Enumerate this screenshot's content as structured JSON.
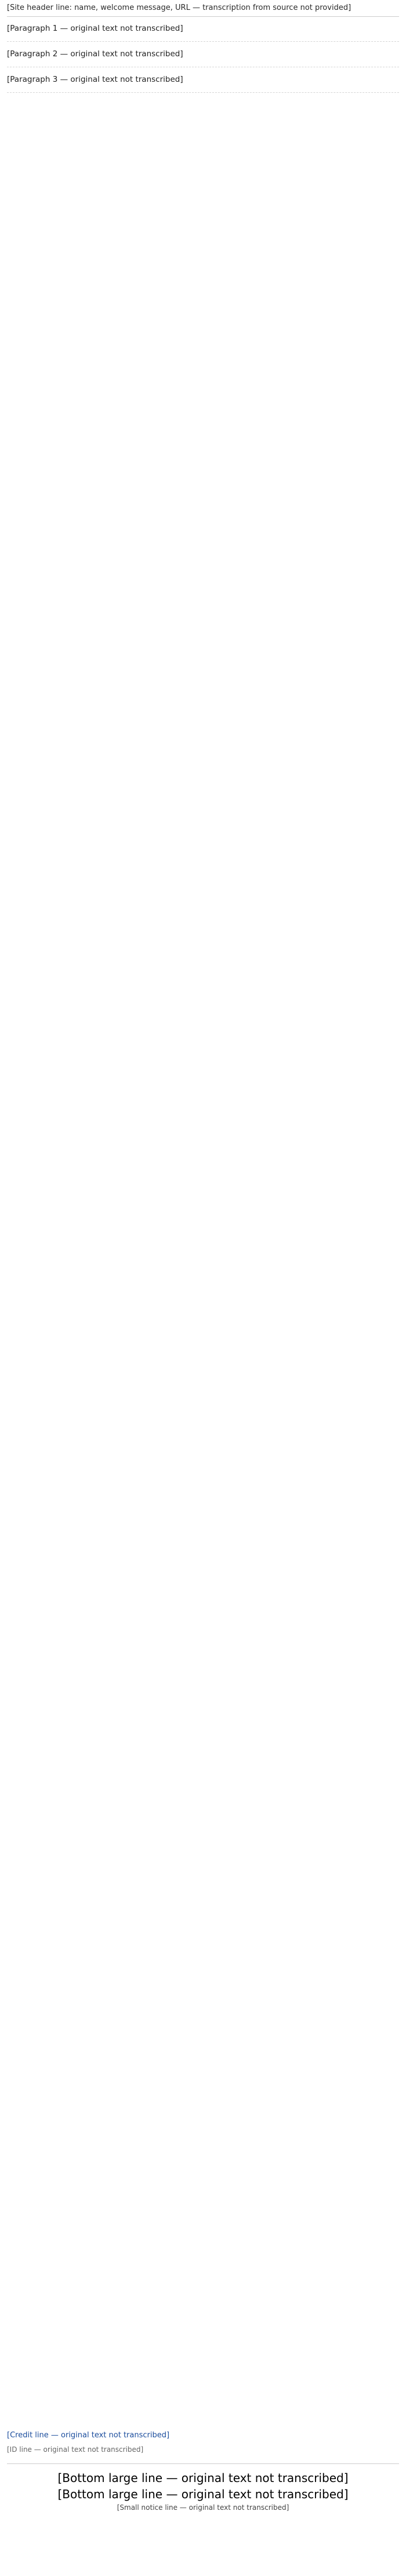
{
  "header": {
    "text": "[Site header line: name, welcome message, URL — transcription from source not provided]"
  },
  "paragraphs": [
    "[Paragraph 1 — original text not transcribed]",
    "[Paragraph 2 — original text not transcribed]",
    "[Paragraph 3 — original text not transcribed]"
  ],
  "footer": {
    "credit": "[Credit line — original text not transcribed]",
    "id": "[ID line — original text not transcribed]",
    "line1": "[Bottom large line — original text not transcribed]",
    "line2": "[Bottom large line — original text not transcribed]",
    "line3": "[Small notice line — original text not transcribed]"
  }
}
